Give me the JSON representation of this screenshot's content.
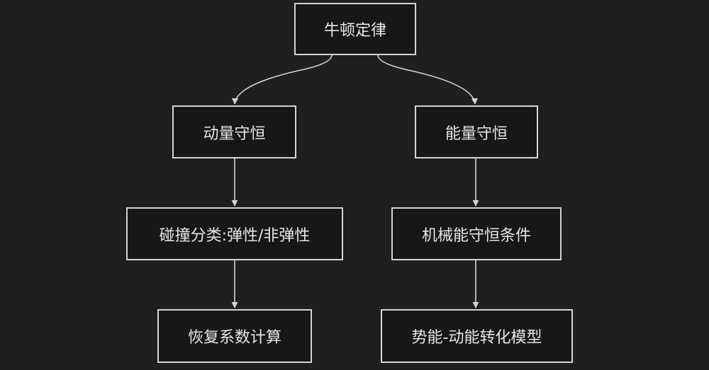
{
  "diagram": {
    "nodes": {
      "newton": "牛顿定律",
      "momentum": "动量守恒",
      "energy": "能量守恒",
      "collision": "碰撞分类:弹性/非弹性",
      "mechanical": "机械能守恒条件",
      "restitution": "恢复系数计算",
      "potential": "势能-动能转化模型"
    },
    "edges": [
      {
        "from": "newton",
        "to": "momentum"
      },
      {
        "from": "newton",
        "to": "energy"
      },
      {
        "from": "momentum",
        "to": "collision"
      },
      {
        "from": "energy",
        "to": "mechanical"
      },
      {
        "from": "collision",
        "to": "restitution"
      },
      {
        "from": "mechanical",
        "to": "potential"
      }
    ],
    "colors": {
      "background": "#1f1f21",
      "node_fill": "#171717",
      "stroke": "#d4d4d4",
      "text": "#e6e6e6"
    }
  }
}
